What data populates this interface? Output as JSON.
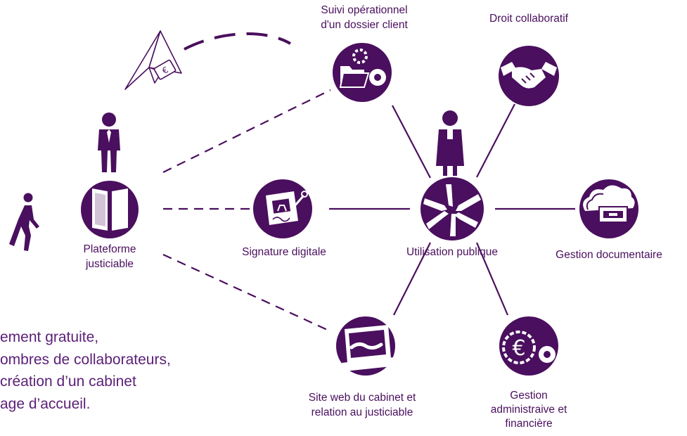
{
  "colors": {
    "primary": "#4a0f5e",
    "accent": "#5b1f77",
    "line": "#4a0f5e",
    "background": "#ffffff"
  },
  "nodes": {
    "plateforme": {
      "label": "Plateforme\njusticiable",
      "icon": "book-door-icon"
    },
    "signature": {
      "label": "Signature digitale",
      "icon": "tablet-signature-icon"
    },
    "suivi": {
      "label": "Suivi opérationnel\nd'un dossier client",
      "icon": "folder-gear-icon"
    },
    "site_web": {
      "label": "Site web du cabinet et\nrelation au justiciable",
      "icon": "laptop-handshake-icon"
    },
    "utilisation": {
      "label": "Utilisation publique",
      "icon": "joined-hands-icon"
    },
    "droit": {
      "label": "Droit collaboratif",
      "icon": "handshake-icon"
    },
    "gestion_doc": {
      "label": "Gestion documentaire",
      "icon": "cloud-cabinet-icon"
    },
    "gestion_admin": {
      "label": "Gestion\nadministraive et\nfinancière",
      "icon": "euro-gear-icon"
    }
  },
  "figures": {
    "walker": "walking-person-icon",
    "businessman": "person-icon",
    "lawyer": "lawyer-robe-icon",
    "paper_plane": "paper-plane-euro-icon"
  },
  "description": [
    "ement gratuite,",
    "ombres de collaborateurs,",
    "création d’un cabinet",
    "age d’accueil."
  ]
}
